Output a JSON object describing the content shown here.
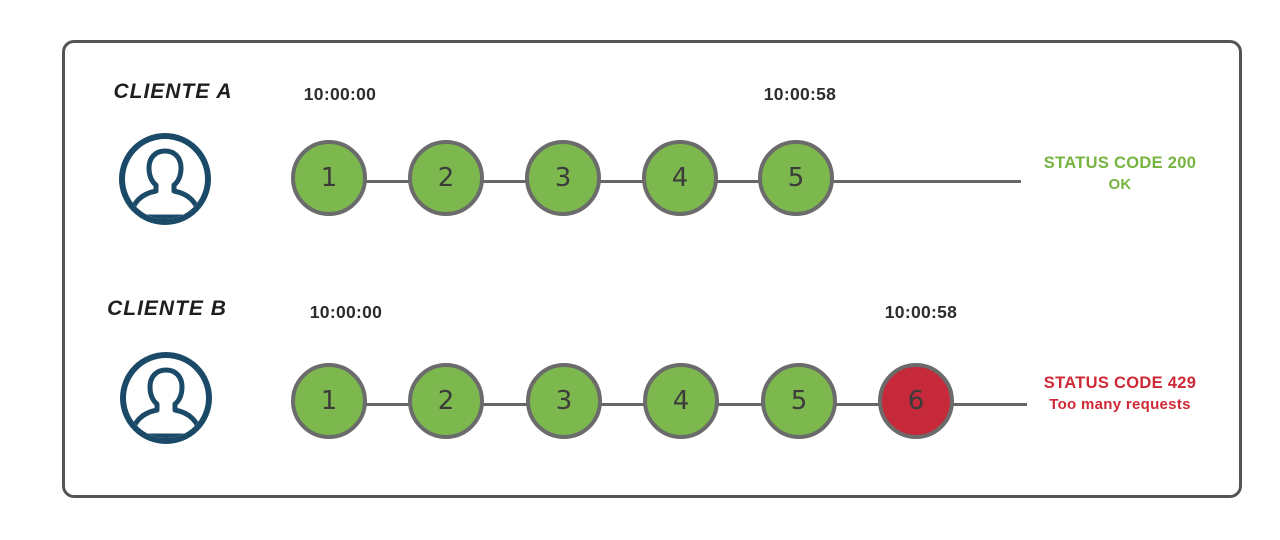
{
  "colors": {
    "success_green": "#7cb84e",
    "error_red": "#c5293a",
    "icon_navy": "#1a4a68",
    "line_gray": "#666666",
    "status_text_green": "#75b43f",
    "status_text_red": "#cf2936"
  },
  "diagram": {
    "rows": [
      {
        "client_label": "CLIENTE A",
        "start_time": "10:00:00",
        "end_time": "10:00:58",
        "requests": [
          {
            "label": "1",
            "state": "ok"
          },
          {
            "label": "2",
            "state": "ok"
          },
          {
            "label": "3",
            "state": "ok"
          },
          {
            "label": "4",
            "state": "ok"
          },
          {
            "label": "5",
            "state": "ok"
          }
        ],
        "status": {
          "line1": "STATUS CODE 200",
          "line2": "OK"
        }
      },
      {
        "client_label": "CLIENTE B",
        "start_time": "10:00:00",
        "end_time": "10:00:58",
        "requests": [
          {
            "label": "1",
            "state": "ok"
          },
          {
            "label": "2",
            "state": "ok"
          },
          {
            "label": "3",
            "state": "ok"
          },
          {
            "label": "4",
            "state": "ok"
          },
          {
            "label": "5",
            "state": "ok"
          },
          {
            "label": "6",
            "state": "blocked"
          }
        ],
        "status": {
          "line1": "STATUS CODE 429",
          "line2": "Too many requests"
        }
      }
    ]
  }
}
